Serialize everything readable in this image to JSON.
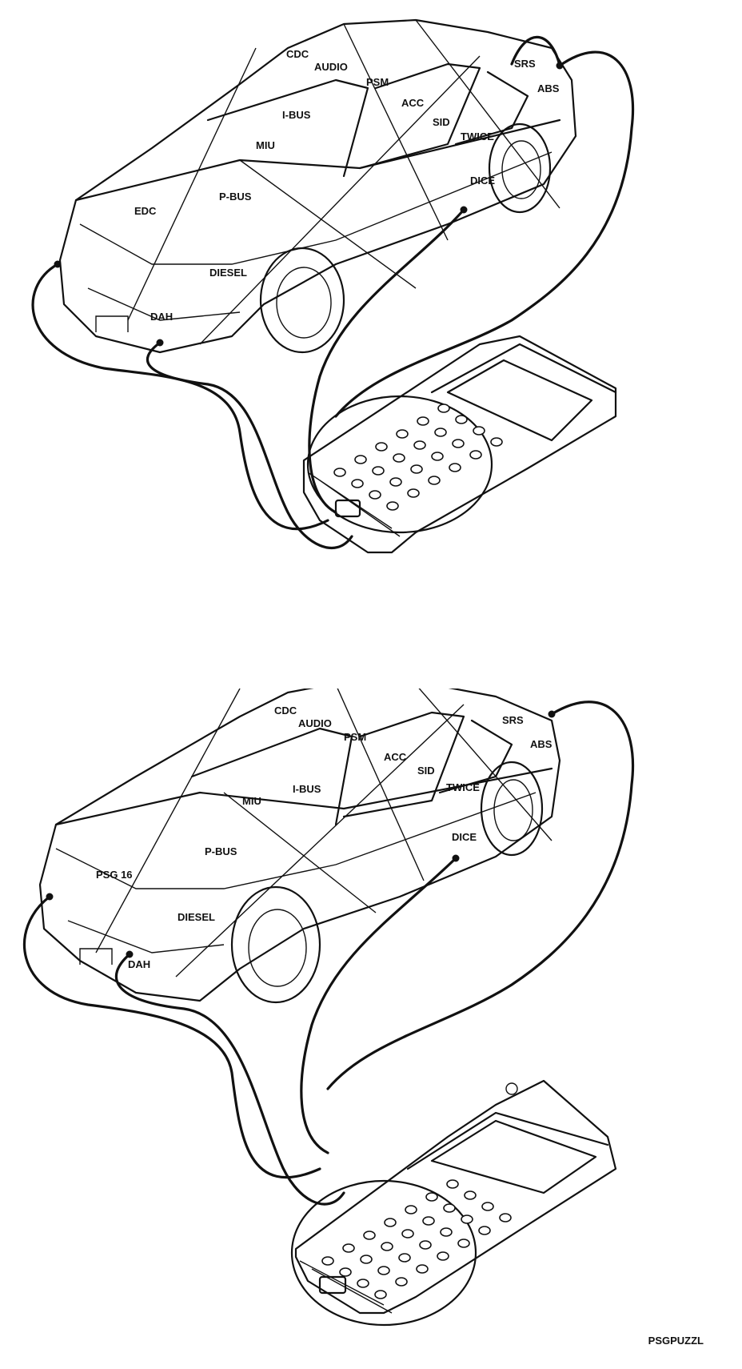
{
  "diagrams": [
    {
      "labels": [
        "CDC",
        "AUDIO",
        "PSM",
        "SRS",
        "ABS",
        "I-BUS",
        "ACC",
        "SID",
        "TWICE",
        "MIU",
        "EDC",
        "P-BUS",
        "DICE",
        "DIESEL",
        "DAH"
      ]
    },
    {
      "labels": [
        "CDC",
        "AUDIO",
        "PSM",
        "SRS",
        "ABS",
        "ACC",
        "SID",
        "I-BUS",
        "TWICE",
        "MIU",
        "DICE",
        "P-BUS",
        "PSG 16",
        "DIESEL",
        "DAH"
      ]
    }
  ],
  "caption": "PSGPUZZL"
}
